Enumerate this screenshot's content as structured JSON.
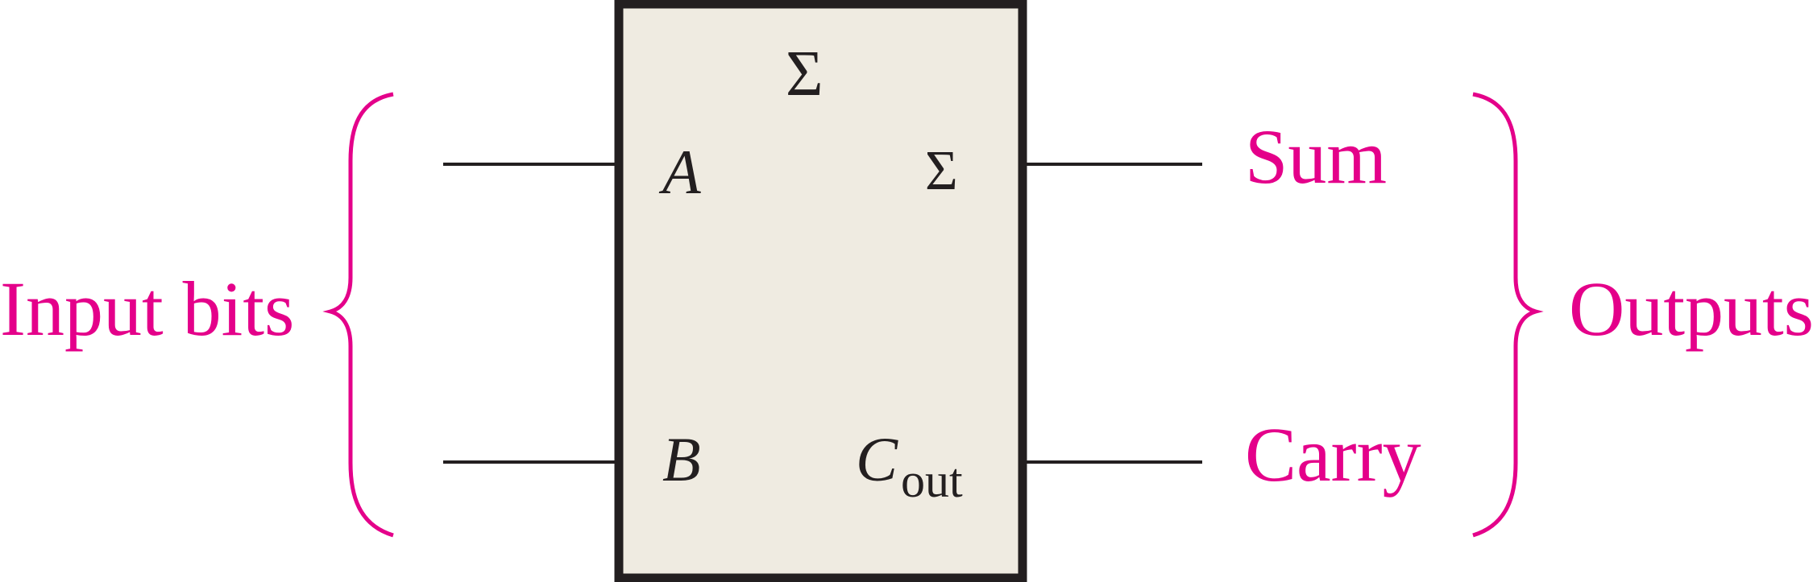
{
  "diagram": {
    "title": "Half-adder logic symbol",
    "block_symbol": "Σ",
    "inputs_label": "Input bits",
    "outputs_label": "Outputs",
    "input_a": "A",
    "input_b": "B",
    "sum_pin": "Σ",
    "carry_pin_main": "C",
    "carry_pin_sub": "out",
    "sum_label": "Sum",
    "carry_label": "Carry",
    "colors": {
      "accent": "#e4008a",
      "box_fill": "#efebe1",
      "stroke": "#231f20"
    }
  }
}
